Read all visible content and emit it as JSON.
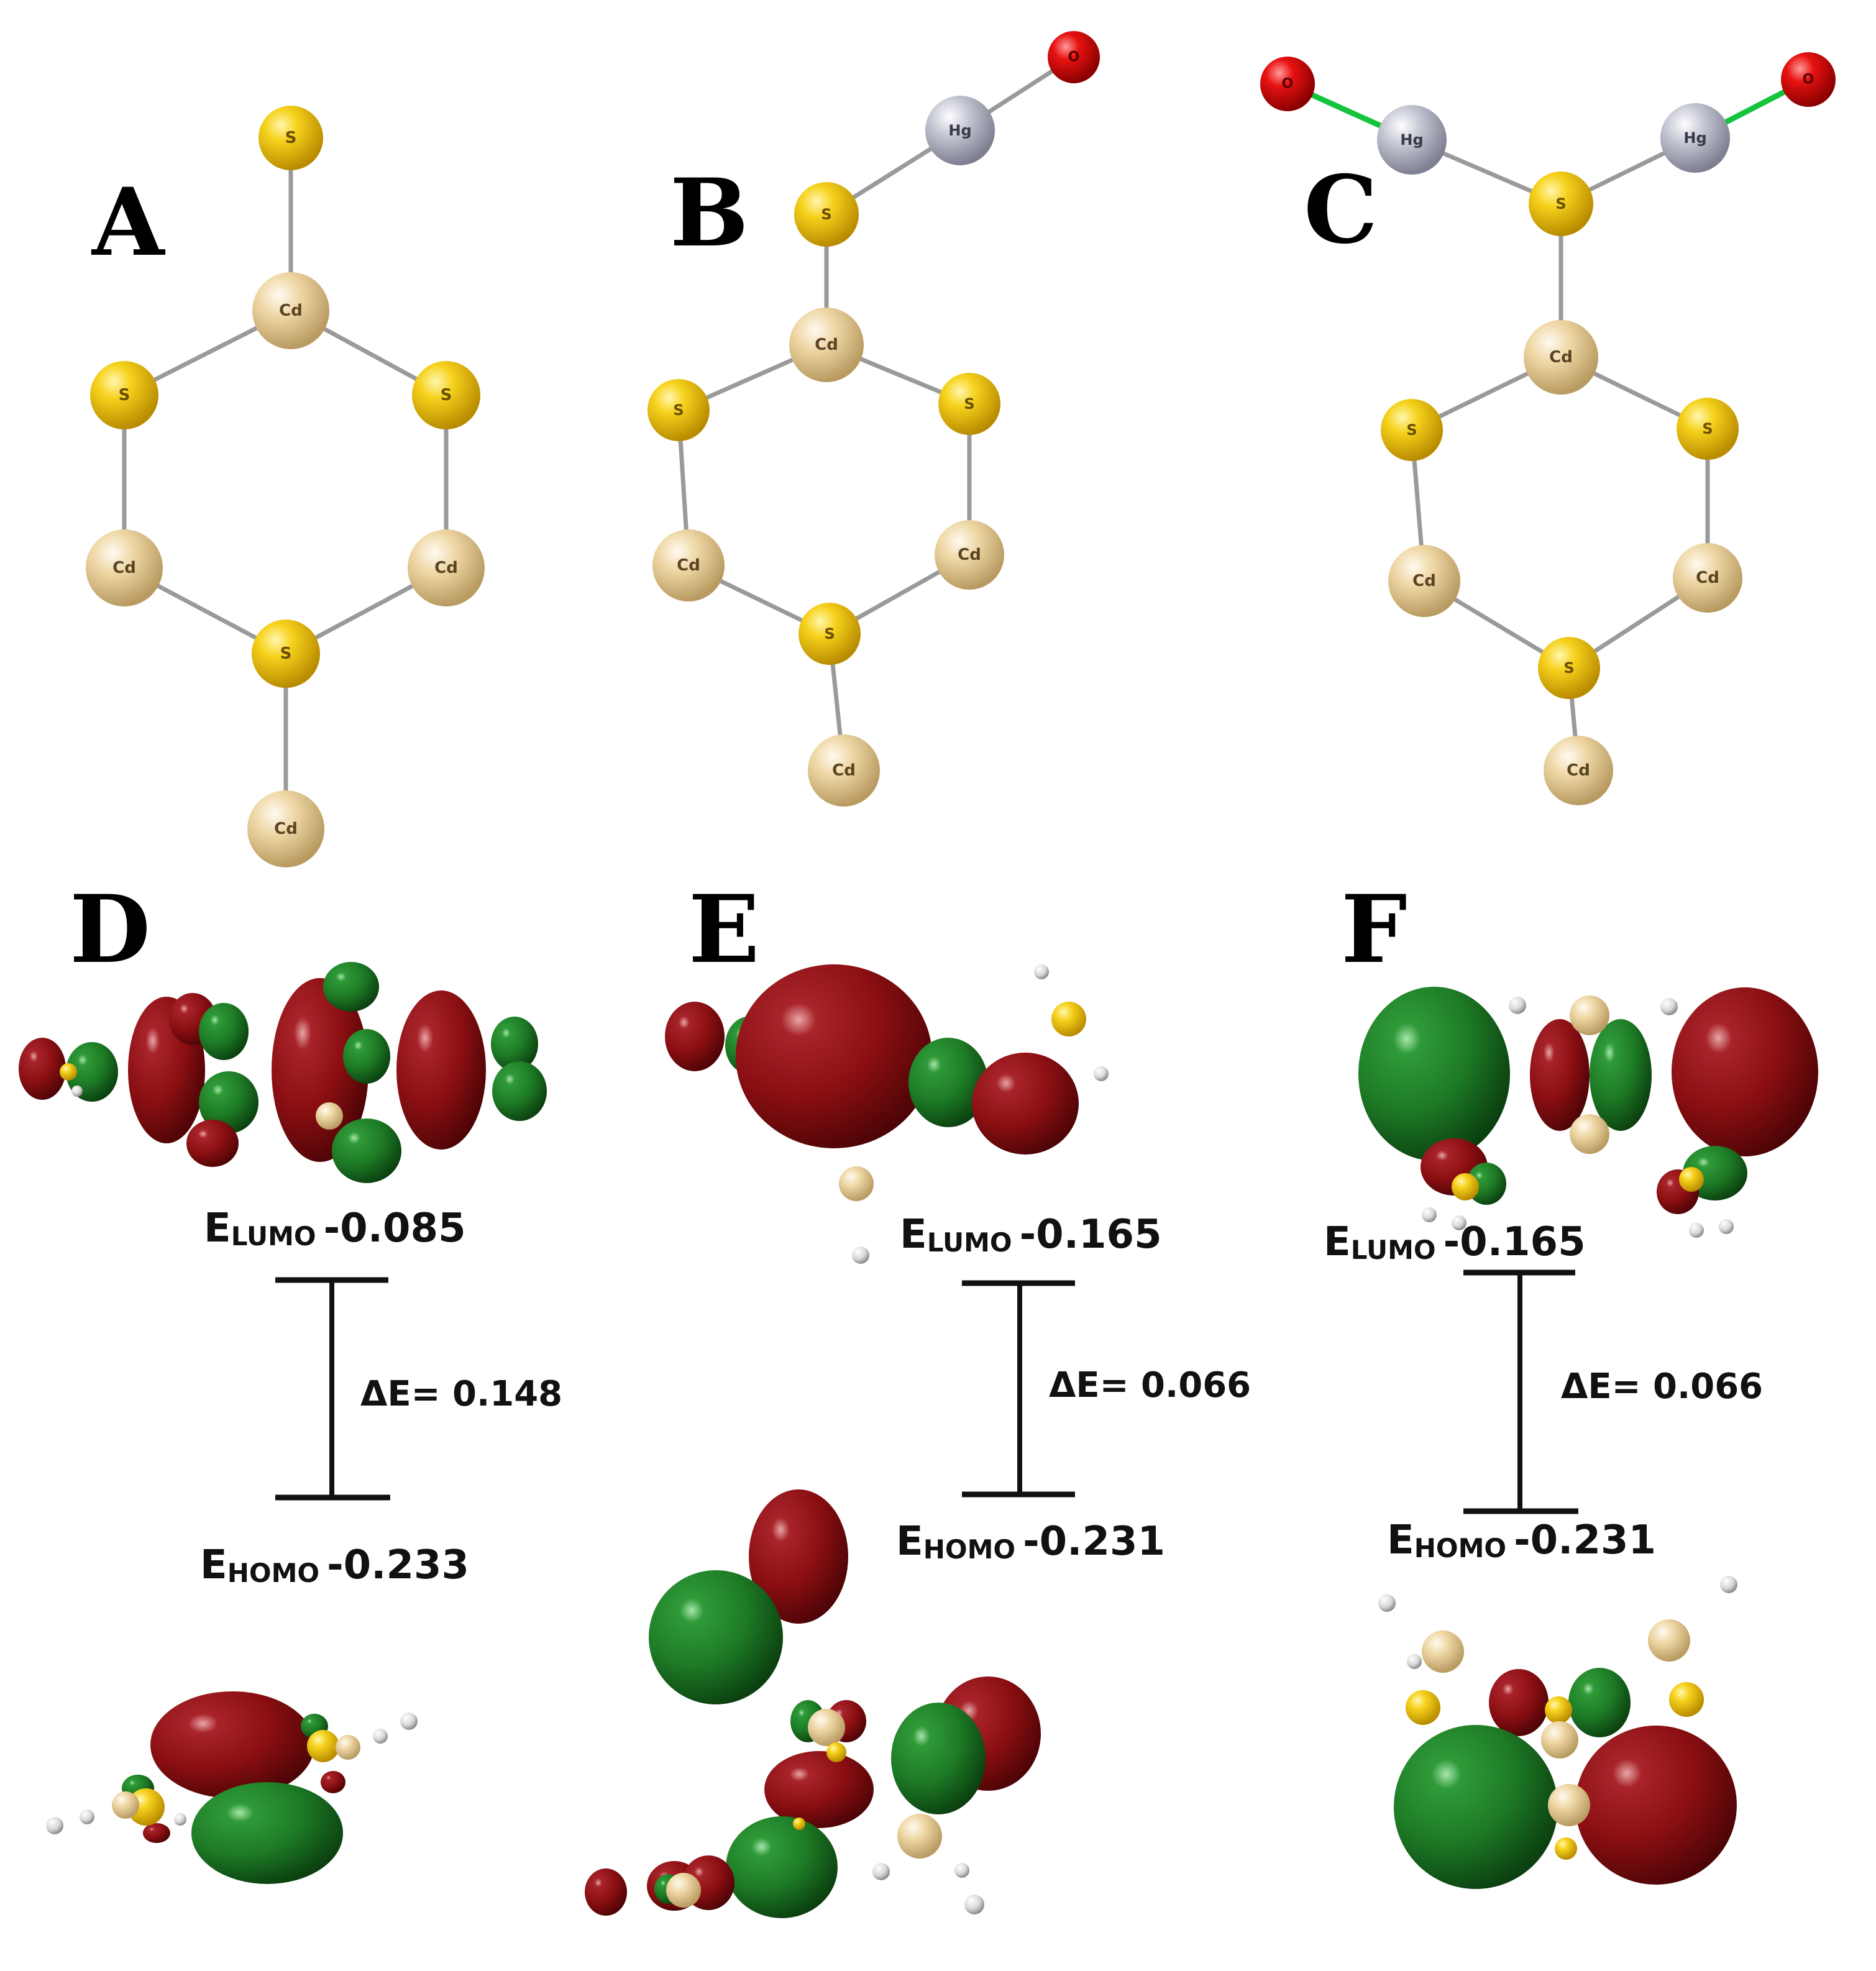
{
  "panels": {
    "A": {
      "letter": "A"
    },
    "B": {
      "letter": "B"
    },
    "C": {
      "letter": "C"
    },
    "D": {
      "letter": "D"
    },
    "E": {
      "letter": "E"
    },
    "F": {
      "letter": "F"
    }
  },
  "atom_labels": {
    "S": "S",
    "Cd": "Cd",
    "Hg": "Hg",
    "O": "O"
  },
  "colors": {
    "sulfur": "#f2c511",
    "cadmium": "#e8cf98",
    "mercury": "#b7b9c8",
    "oxygen": "#e01010",
    "lobe_red": "#8b0f12",
    "lobe_green": "#1d7a25",
    "bond": "#9a9a9a",
    "hg_o_bond": "#14c43c"
  },
  "energies": {
    "D": {
      "lumo_prefix": "E",
      "lumo_sub": "LUMO",
      "lumo_value": "-0.085",
      "gap": "ΔE= 0.148",
      "homo_prefix": "E",
      "homo_sub": "HOMO",
      "homo_value": "-0.233"
    },
    "E": {
      "lumo_prefix": "E",
      "lumo_sub": "LUMO",
      "lumo_value": "-0.165",
      "gap": "ΔE= 0.066",
      "homo_prefix": "E",
      "homo_sub": "HOMO",
      "homo_value": "-0.231"
    },
    "F": {
      "lumo_prefix": "E",
      "lumo_sub": "LUMO",
      "lumo_value": "-0.165",
      "gap": "ΔE= 0.066",
      "homo_prefix": "E",
      "homo_sub": "HOMO",
      "homo_value": "-0.231"
    }
  }
}
